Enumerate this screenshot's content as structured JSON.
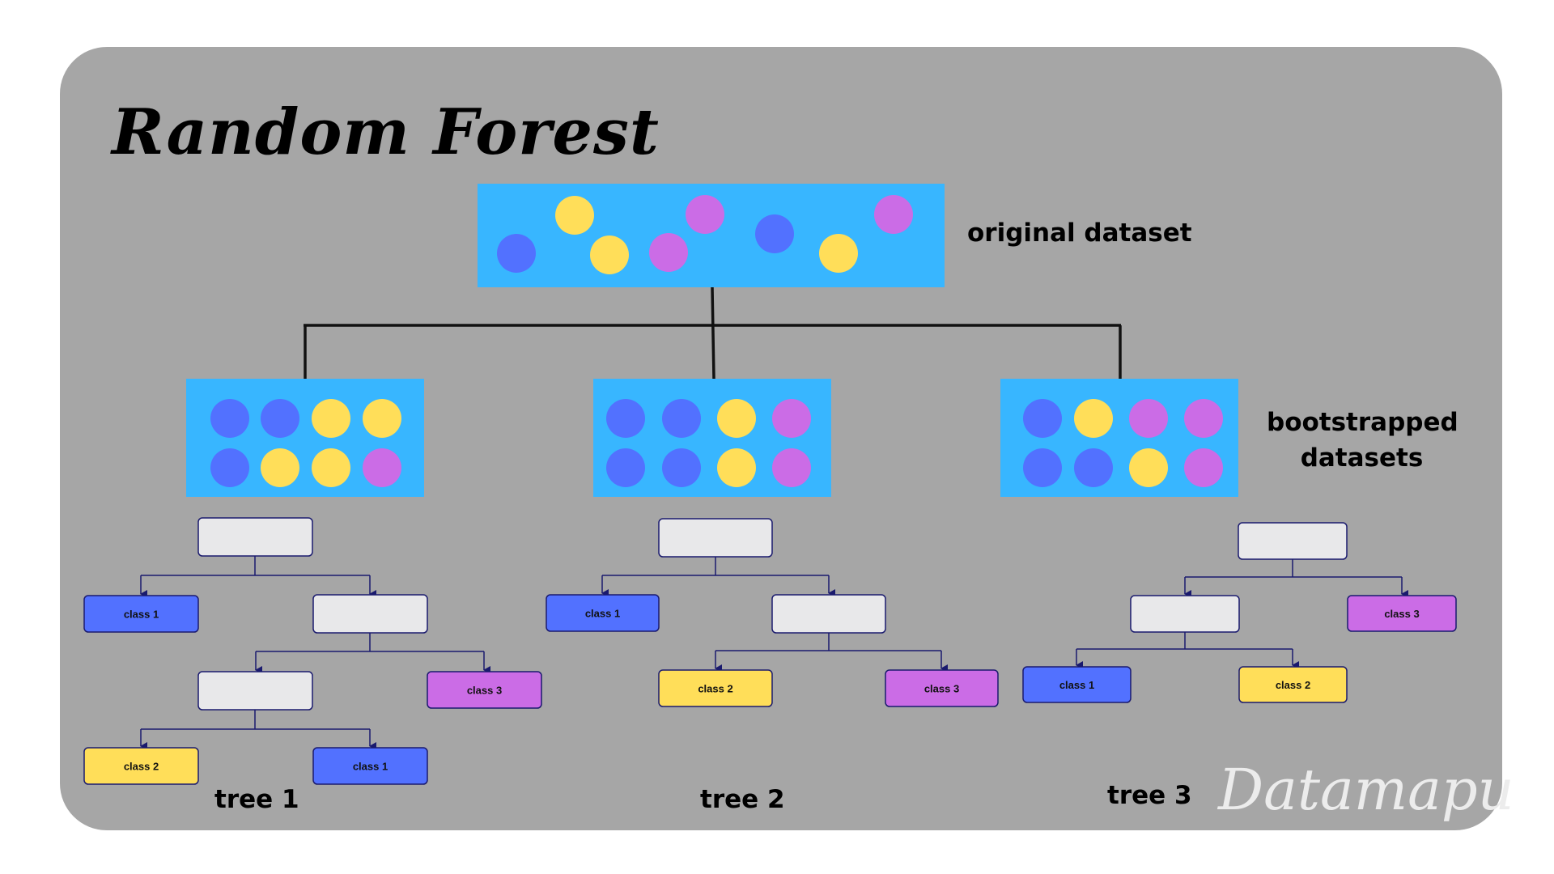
{
  "title": "Random Forest",
  "labels": {
    "original_dataset": "original dataset",
    "bootstrapped_line1": "bootstrapped",
    "bootstrapped_line2": "datasets"
  },
  "tree_labels": [
    "tree 1",
    "tree 2",
    "tree 3"
  ],
  "watermark": "Datamapu",
  "colors": {
    "frame": "#a6a6a6",
    "dataset_box": "#38b6ff",
    "blue": "#5271ff",
    "yellow": "#ffde59",
    "purple": "#cb6ce6",
    "decision_node": "#e8e8ea",
    "edge": "#1a1a6e"
  },
  "original_dataset": [
    "blue",
    "yellow",
    "yellow",
    "purple",
    "purple",
    "blue",
    "yellow",
    "purple"
  ],
  "bootstrapped_datasets": [
    [
      "blue",
      "blue",
      "yellow",
      "yellow",
      "blue",
      "yellow",
      "yellow",
      "purple"
    ],
    [
      "blue",
      "blue",
      "yellow",
      "purple",
      "blue",
      "blue",
      "yellow",
      "purple"
    ],
    [
      "blue",
      "yellow",
      "purple",
      "purple",
      "blue",
      "blue",
      "yellow",
      "purple"
    ]
  ],
  "trees": [
    {
      "leaves": [
        "class 1",
        "class 3",
        "class 2",
        "class 1"
      ]
    },
    {
      "leaves": [
        "class 1",
        "class 2",
        "class 3"
      ]
    },
    {
      "leaves": [
        "class 3",
        "class 1",
        "class 2"
      ]
    }
  ]
}
